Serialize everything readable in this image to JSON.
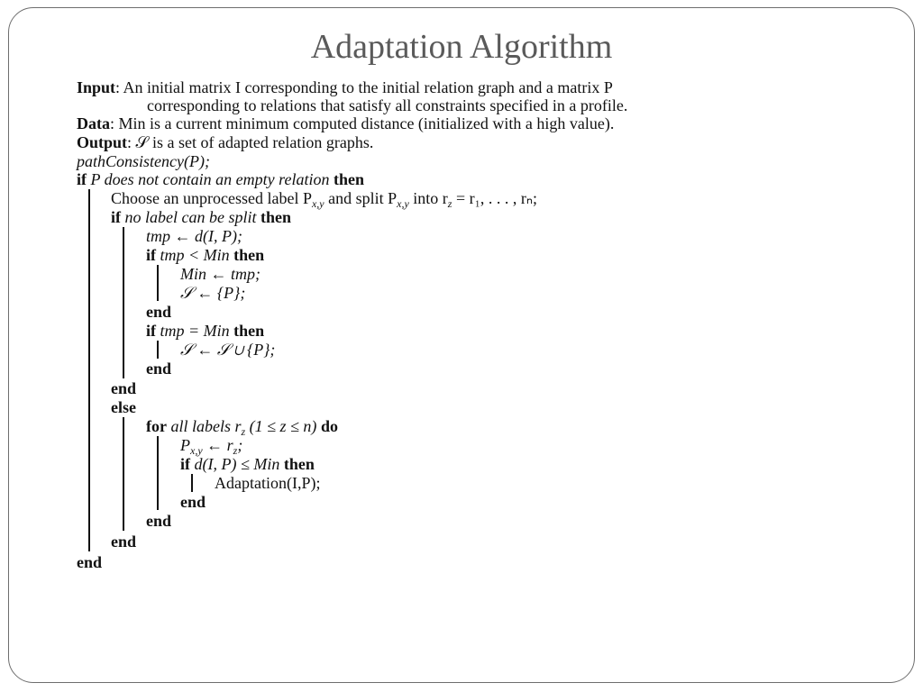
{
  "slide": {
    "title": "Adaptation Algorithm"
  },
  "algorithm": {
    "input_label": "Input",
    "input_line1": ": An initial matrix I corresponding to the initial relation graph and a matrix P",
    "input_line2": "corresponding to relations that satisfy all constraints specified in a profile.",
    "data_label": "Data",
    "data_text": ": Min is a current minimum computed distance (initialized with a high value).",
    "output_label": "Output",
    "output_text": ": 𝒮 is a set of adapted relation graphs.",
    "l_path": "pathConsistency(P);",
    "l_if_p_kw": "if",
    "l_if_p_cond": "P does not contain an empty relation",
    "then": "then",
    "l_choose": "Choose an unprocessed label P",
    "l_choose_sub": "x,y",
    "l_choose_mid": " and split P",
    "l_choose_end": " into r",
    "l_choose_sub2": "z",
    "l_choose_tail": " = r₁, . . . , rₙ;",
    "l_if_nolabel_kw": "if",
    "l_if_nolabel_cond": "no label can be split",
    "l_tmp": "tmp ← d(I, P);",
    "l_if_lt_kw": "if",
    "l_if_lt_cond": "tmp < Min",
    "l_min_assign": "Min ← tmp;",
    "l_s_assign": "𝒮 ← {P};",
    "end": "end",
    "l_if_eq_kw": "if",
    "l_if_eq_cond": "tmp = Min",
    "l_s_union": "𝒮 ← 𝒮 ∪ {P};",
    "else": "else",
    "l_for_kw": "for",
    "l_for_cond": "all labels r",
    "l_for_sub": "z",
    "l_for_cond2": " (1 ≤ z ≤ n)",
    "do": "do",
    "l_pxy": "P",
    "l_pxy_sub": "x,y",
    "l_pxy_rest": " ← r",
    "l_pxy_sub2": "z",
    "l_pxy_end": ";",
    "l_if_d_kw": "if",
    "l_if_d_cond": "d(I, P) ≤ Min",
    "l_adapt": "Adaptation(I,P);"
  }
}
